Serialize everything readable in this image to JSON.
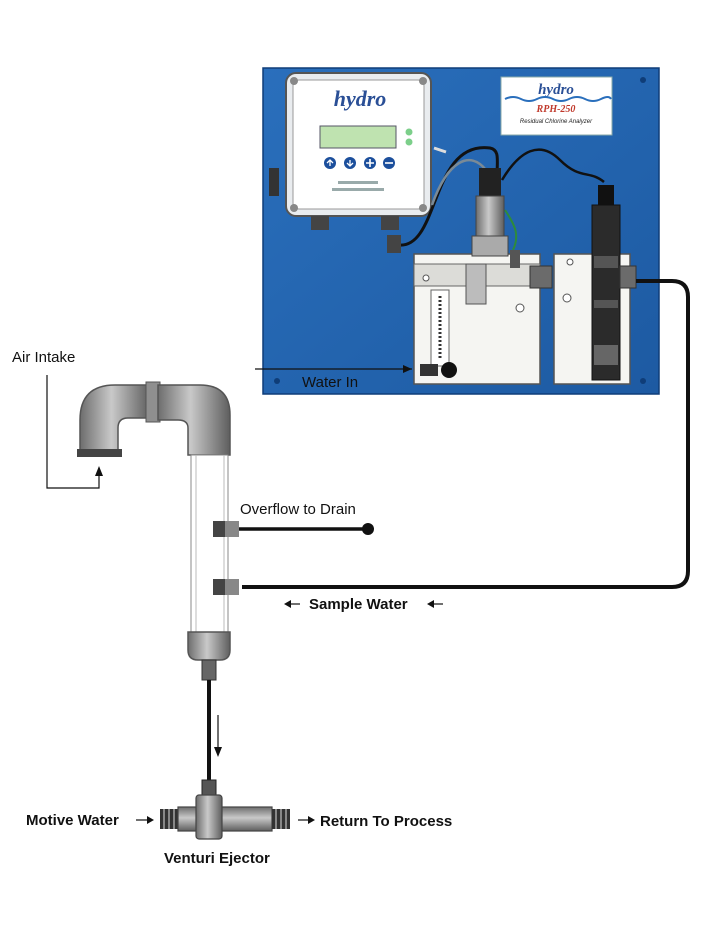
{
  "labels": {
    "air_intake": "Air Intake",
    "water_in": "Water In",
    "overflow_to_drain": "Overflow to Drain",
    "sample_water": "Sample Water",
    "motive_water": "Motive Water",
    "return_to_process": "Return To Process",
    "venturi_ejector": "Venturi Ejector"
  },
  "branding": {
    "logo_text": "hydro",
    "model": "RPH-250",
    "product": "Residual Chlorine Analyzer"
  },
  "colors": {
    "panel_blue": "#2468b4",
    "pipe_gray": "#8a8a8a",
    "tube_black": "#111111"
  }
}
